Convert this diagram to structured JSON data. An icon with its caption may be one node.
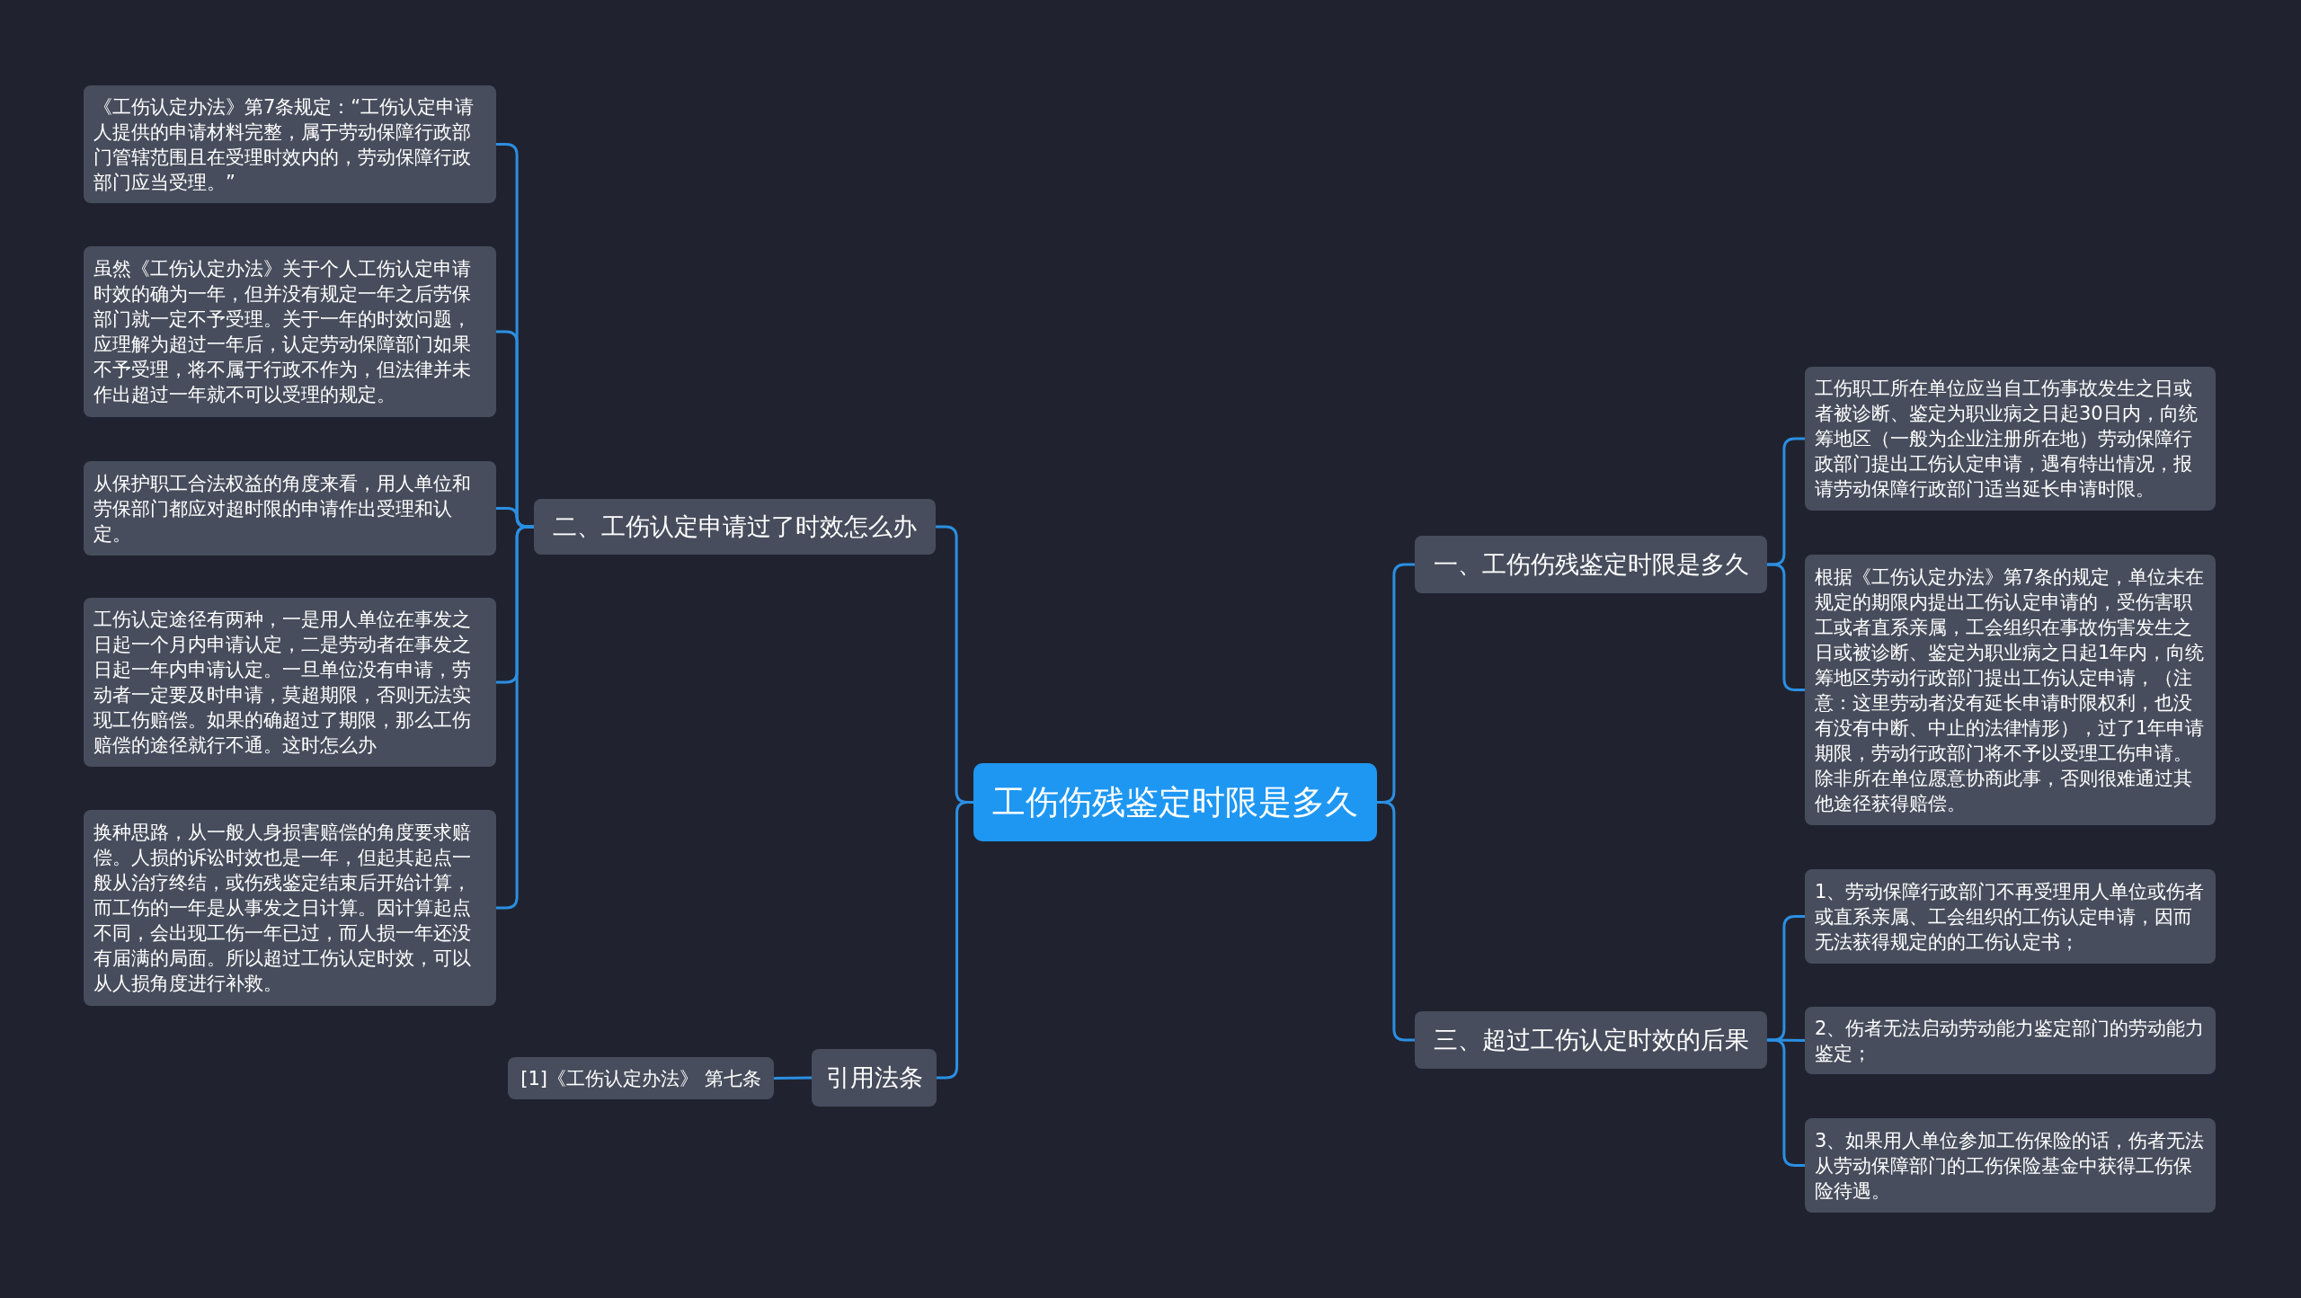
{
  "diagram": {
    "nodes": [
      {
        "text": [
          "工伤伤残鉴定时限是多久"
        ]
      },
      {
        "text": [
          "一、工伤伤残鉴定时限是多久"
        ]
      },
      {
        "text": [
          "工伤职工所在单位应当自工伤事故发生之日或者被诊断、鉴定为职业病之日起30日内，向统筹地区（一般为企业注册所在地）劳动保障行政部门提出工伤认定申请，遇有特出情况，报请劳动保障行政部门适当延长申请时限。"
        ]
      },
      {
        "text": [
          "根据《工伤认定办法》第7条的规定，单位未在规定的期限内提出工伤认定申请的，受伤害职工或者直系亲属，工会组织在事故伤害发生之日或被诊断、鉴定为职业病之日起1年内，向统筹地区劳动行政部门提出工伤认定申请，（注意：这里劳动者没有延长申请时限权利，也没有没有中断、中止的法律情形），过了1年申请期限，劳动行政部门将不予以受理工伤申请。除非所在单位愿意协商此事，否则很难通过其他途径获得赔偿。"
        ]
      },
      {
        "text": [
          "三、超过工伤认定时效的后果"
        ]
      },
      {
        "text": [
          "1、劳动保障行政部门不再受理用人单位或伤者或直系亲属、工会组织的工伤认定申请，因而无法获得规定的的工伤认定书；"
        ]
      },
      {
        "text": [
          "2、伤者无法启动劳动能力鉴定部门的劳动能力鉴定；"
        ]
      },
      {
        "text": [
          "3、如果用人单位参加工伤保险的话，伤者无法从劳动保障部门的工伤保险基金中获得工伤保险待遇。"
        ]
      },
      {
        "text": [
          "二、工伤认定申请过了时效怎么办"
        ]
      },
      {
        "text": [
          "《工伤认定办法》第7条规定：“工伤认定申请人提供的申请材料完整，属于劳动保障行政部门管辖范围且在受理时效内的，劳动保障行政部门应当受理。”"
        ]
      },
      {
        "text": [
          "虽然《工伤认定办法》关于个人工伤认定申请时效的确为一年，但并没有规定一年之后劳保部门就一定不予受理。关于一年的时效问题，应理解为超过一年后，认定劳动保障部门如果不予受理，将不属于行政不作为，但法律并未作出超过一年就不可以受理的规定。"
        ]
      },
      {
        "text": [
          "从保护职工合法权益的角度来看，用人单位和劳保部门都应对超时限的申请作出受理和认定。"
        ]
      },
      {
        "text": [
          "工伤认定途径有两种，一是用人单位在事发之日起一个月内申请认定，二是劳动者在事发之日起一年内申请认定。一旦单位没有申请，劳动者一定要及时申请，莫超期限，否则无法实现工伤赔偿。如果的确超过了期限，那么工伤赔偿的途径就行不通。这时怎么办"
        ]
      },
      {
        "text": [
          "换种思路，从一般人身损害赔偿的角度要求赔偿。人损的诉讼时效也是一年，但起其起点一般从治疗终结，或伤残鉴定结束后开始计算，而工伤的一年是从事发之日计算。因计算起点不同，会出现工伤一年已过，而人损一年还没有届满的局面。所以超过工伤认定时效，可以从人损角度进行补救。"
        ]
      },
      {
        "text": [
          "引用法条"
        ]
      },
      {
        "text": [
          "[1]《工伤认定办法》 第七条"
        ]
      }
    ],
    "edges": [
      {
        "from": 0,
        "to": 1,
        "arrow": "none"
      },
      {
        "from": 1,
        "to": 2,
        "arrow": "none"
      },
      {
        "from": 1,
        "to": 3,
        "arrow": "none"
      },
      {
        "from": 0,
        "to": 4,
        "arrow": "none"
      },
      {
        "from": 4,
        "to": 5,
        "arrow": "none"
      },
      {
        "from": 4,
        "to": 6,
        "arrow": "none"
      },
      {
        "from": 4,
        "to": 7,
        "arrow": "none"
      },
      {
        "from": 0,
        "to": 8,
        "arrow": "none"
      },
      {
        "from": 8,
        "to": 9,
        "arrow": "none"
      },
      {
        "from": 8,
        "to": 10,
        "arrow": "none"
      },
      {
        "from": 8,
        "to": 11,
        "arrow": "none"
      },
      {
        "from": 8,
        "to": 12,
        "arrow": "none"
      },
      {
        "from": 8,
        "to": 13,
        "arrow": "none"
      },
      {
        "from": 0,
        "to": 14,
        "arrow": "none"
      },
      {
        "from": 14,
        "to": 15,
        "arrow": "none"
      }
    ]
  }
}
